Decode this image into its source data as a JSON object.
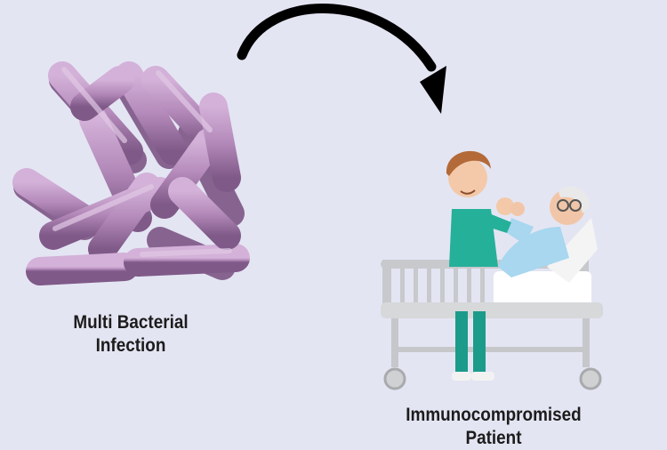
{
  "bacteria": {
    "label_line1": "Multi Bacterial",
    "label_line2": "Infection",
    "fill_color": "#b48aba",
    "shadow_color": "#7e5786"
  },
  "patient": {
    "label_line1": "Immunocompromised",
    "label_line2": "Patient"
  },
  "arrow": {
    "color": "#000000"
  },
  "background": "#e4e5f3"
}
